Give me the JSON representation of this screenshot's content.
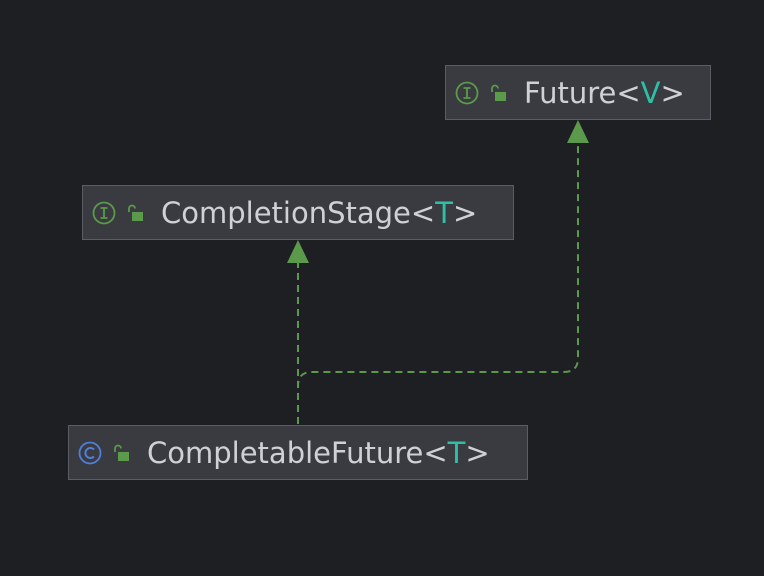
{
  "colors": {
    "background": "#1e1f22",
    "node_fill": "#393b40",
    "node_border": "#5a5d63",
    "text": "#cfd1d6",
    "type_param": "#2fbfa5",
    "edge": "#5b9a4a",
    "interface_icon": "#5b9a4a",
    "class_icon": "#4f7fd8"
  },
  "nodes": {
    "future": {
      "kind": "interface",
      "kind_icon": "interface-icon",
      "visibility_icon": "public-lock-icon",
      "name": "Future",
      "open": "<",
      "type_param": "V",
      "close": ">"
    },
    "completion_stage": {
      "kind": "interface",
      "kind_icon": "interface-icon",
      "visibility_icon": "public-lock-icon",
      "name": "CompletionStage",
      "open": "<",
      "type_param": "T",
      "close": ">"
    },
    "completable_future": {
      "kind": "class",
      "kind_icon": "class-icon",
      "visibility_icon": "public-lock-icon",
      "name": "CompletableFuture",
      "open": "<",
      "type_param": "T",
      "close": ">"
    }
  },
  "edges": [
    {
      "from": "CompletableFuture",
      "to": "CompletionStage",
      "relation": "implements",
      "style": "dashed"
    },
    {
      "from": "CompletableFuture",
      "to": "Future",
      "relation": "implements",
      "style": "dashed"
    }
  ]
}
